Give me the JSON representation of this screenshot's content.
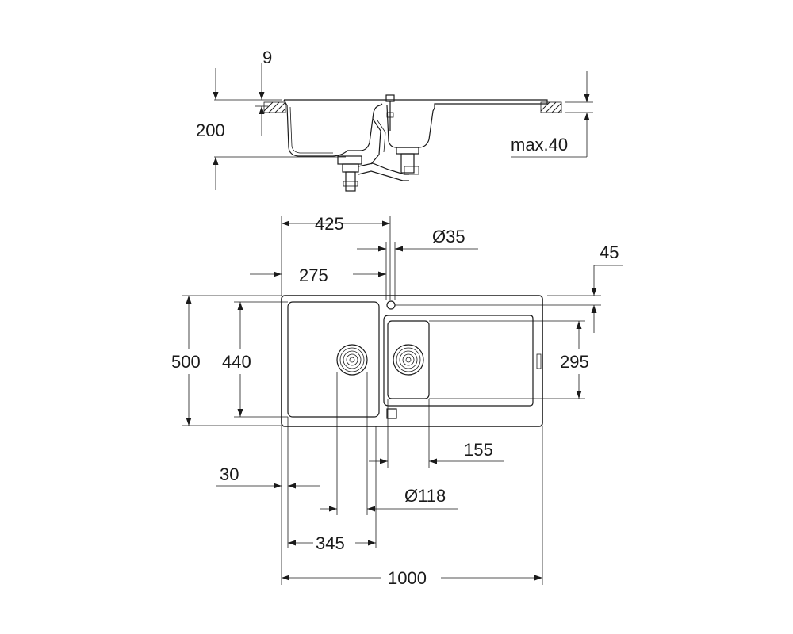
{
  "dimensions": {
    "side_9": "9",
    "side_200": "200",
    "side_max40": "max.40",
    "top_425": "425",
    "top_35": "Ø35",
    "top_45": "45",
    "top_275": "275",
    "left_500": "500",
    "left_440": "440",
    "right_295": "295",
    "bottom_155": "155",
    "bottom_30": "30",
    "bottom_118": "Ø118",
    "bottom_345": "345",
    "bottom_1000": "1000"
  }
}
